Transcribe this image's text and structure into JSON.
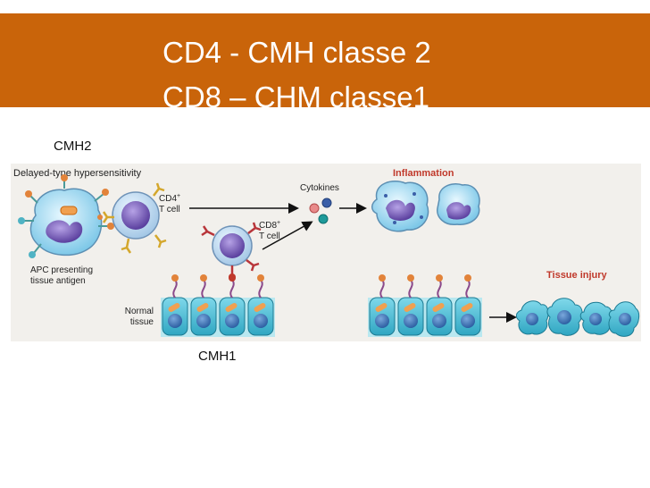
{
  "slide": {
    "title_line1": "CD4 - CMH classe 2",
    "title_line2": "CD8 – CHM classe1",
    "label_cmh2": "CMH2",
    "label_cmh1": "CMH1"
  },
  "figure": {
    "heading": "Delayed-type hypersensitivity",
    "cd4_line1": "CD4",
    "cd4_sup": "+",
    "cd4_line2": "T cell",
    "cd8_line1": "CD8",
    "cd8_sup": "+",
    "cd8_line2": "T cell",
    "apc_line1": "APC presenting",
    "apc_line2": "tissue antigen",
    "normal_line1": "Normal",
    "normal_line2": "tissue",
    "cytokines": "Cytokines",
    "inflammation": "Inflammation",
    "tissue_injury": "Tissue injury"
  },
  "colors": {
    "header": "#c9640a",
    "accent_red": "#c0392b",
    "tissue_cyan": "#4fc1d6",
    "nucleus_purple": "#7a59b8"
  }
}
